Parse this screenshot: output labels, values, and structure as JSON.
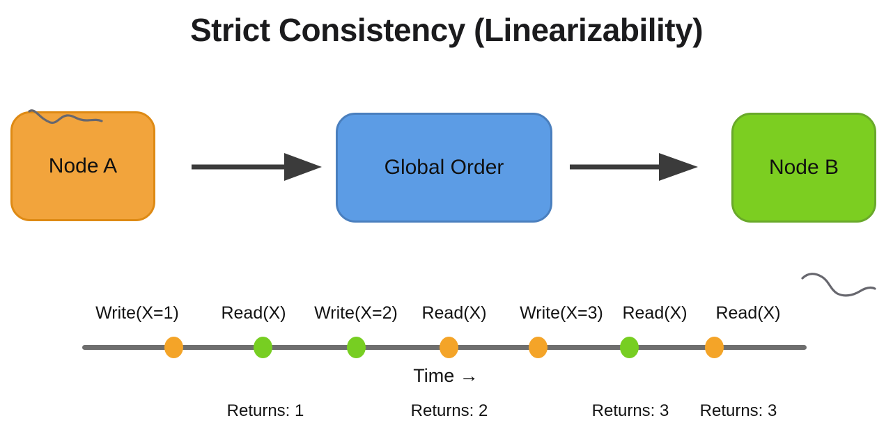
{
  "title": "Strict Consistency (Linearizability)",
  "colors": {
    "title-text": "#1b1b1d",
    "node-text": "#101010",
    "label-text": "#131313",
    "arrow": "#3b3b3b",
    "timeline-line": "#6e6e6e",
    "squiggle": "#67676e"
  },
  "flow": {
    "nodes": [
      {
        "label": "Node A",
        "fill": "#F2A43C",
        "border": "#DE8A14"
      },
      {
        "label": "Global Order",
        "fill": "#5C9CE5",
        "border": "#4A7FBE"
      },
      {
        "label": "Node B",
        "fill": "#7CCE21",
        "border": "#69A92A"
      }
    ]
  },
  "timeline": {
    "events": [
      {
        "label": "Write(X=1)",
        "dot_color": "#F4A428"
      },
      {
        "label": "Read(X)",
        "dot_color": "#77CE22"
      },
      {
        "label": "Write(X=2)",
        "dot_color": "#77CE22"
      },
      {
        "label": "Read(X)",
        "dot_color": "#F4A428"
      },
      {
        "label": "Write(X=3)",
        "dot_color": "#F4A428"
      },
      {
        "label": "Read(X)",
        "dot_color": "#77CE22"
      },
      {
        "label": "Read(X)",
        "dot_color": "#F4A428"
      }
    ],
    "axis_label": "Time →",
    "returns": [
      "Returns: 1",
      "Returns: 2",
      "Returns: 3",
      "Returns: 3"
    ]
  }
}
